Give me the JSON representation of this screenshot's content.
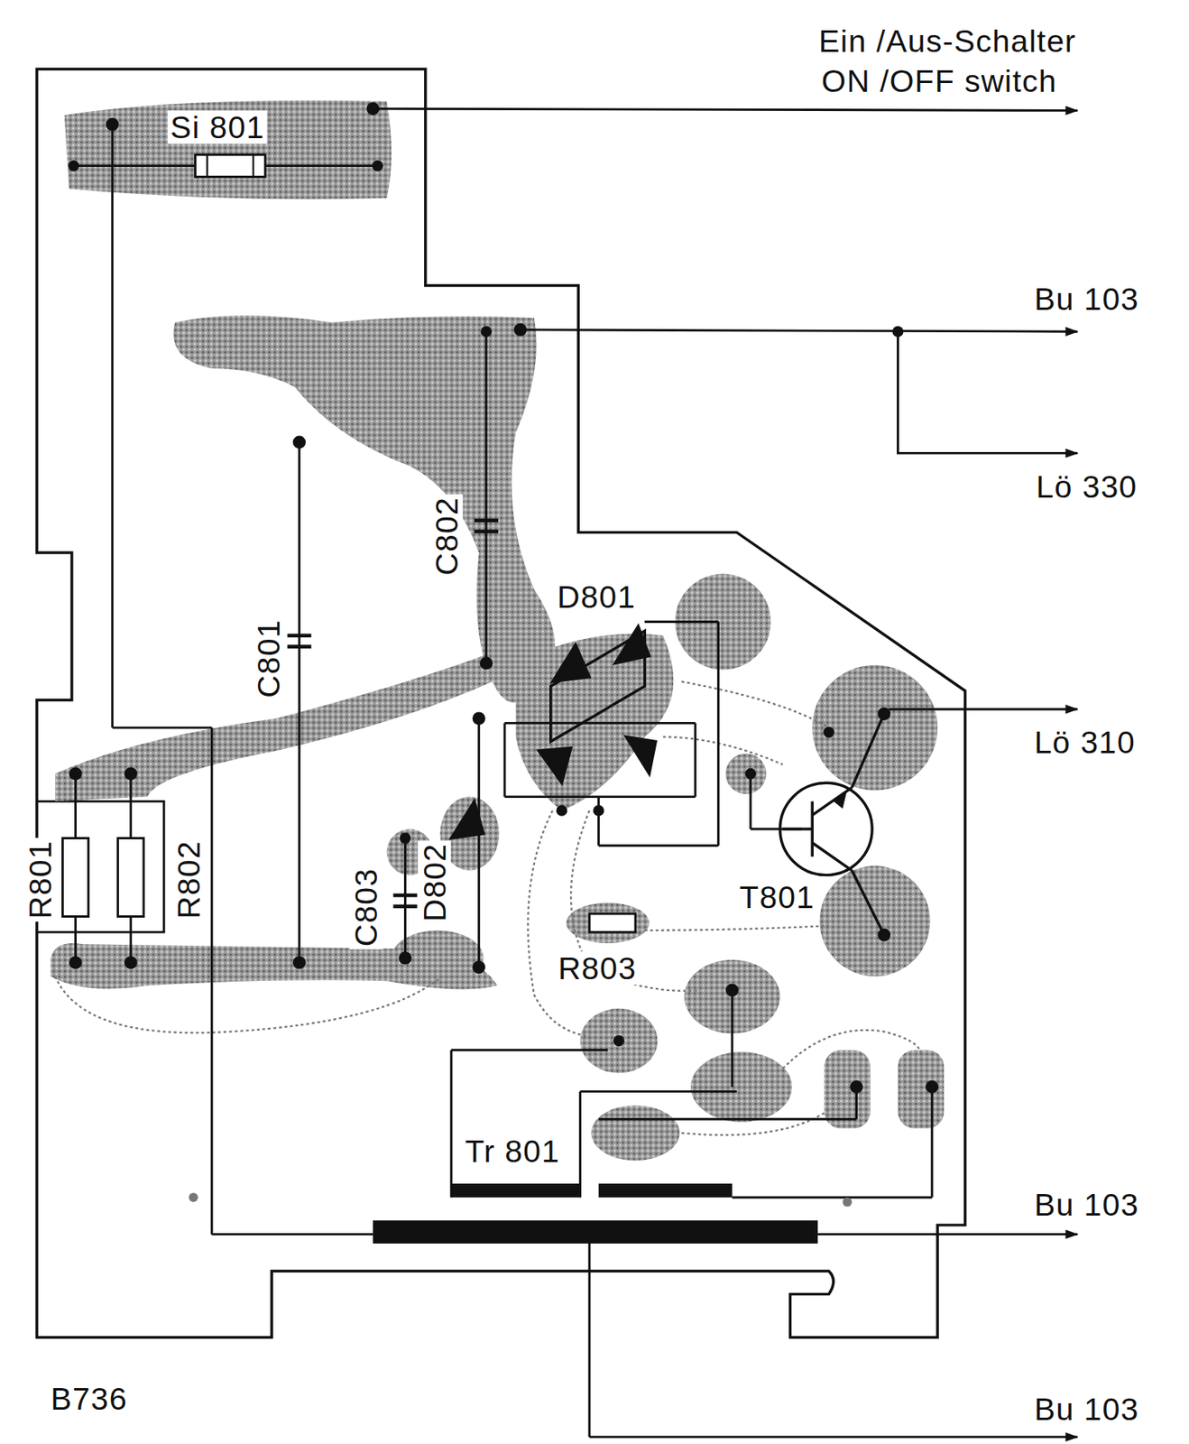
{
  "diagram": {
    "labels": [
      "Ein /Aus-Schalter",
      "ON /OFF switch",
      "Si 801",
      "Bu 103",
      "Lö 330",
      "C802",
      "D801",
      "C801",
      "Lö 310",
      "R801",
      "R802",
      "C803",
      "D802",
      "T801",
      "R803",
      "Tr 801",
      "Bu 103",
      "Bu 103",
      "B736"
    ]
  }
}
